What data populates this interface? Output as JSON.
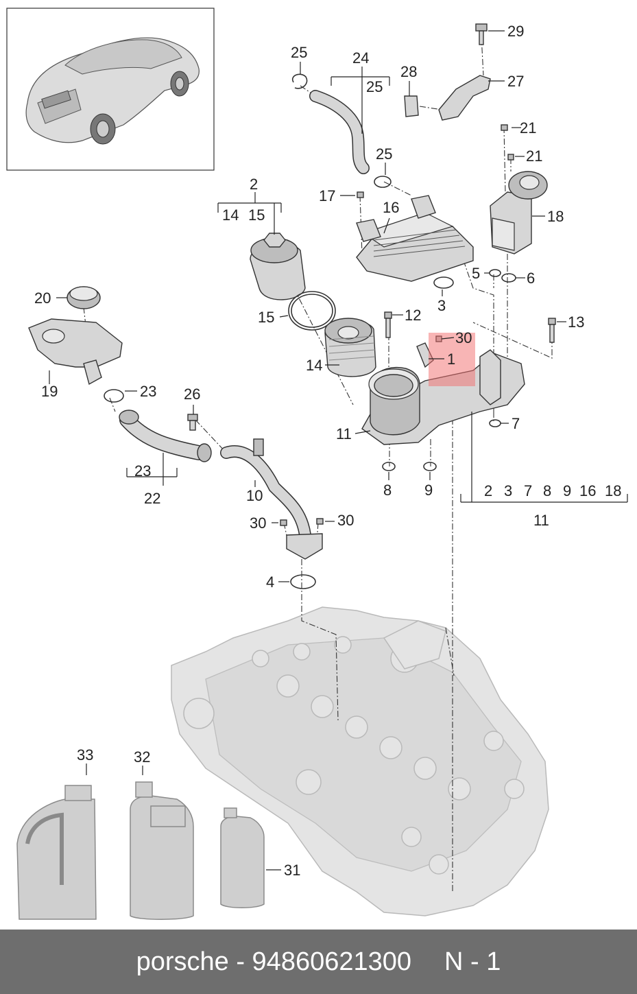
{
  "labels": {
    "p1": "1",
    "p2": "2",
    "p3": "3",
    "p4": "4",
    "p5": "5",
    "p6": "6",
    "p7": "7",
    "p8": "8",
    "p9": "9",
    "p10": "10",
    "p11a": "11",
    "p11b": "11",
    "p12": "12",
    "p13": "13",
    "p14a": "14",
    "p14b": "14",
    "p15a": "15",
    "p15b": "15",
    "p16": "16",
    "p17": "17",
    "p18": "18",
    "p19": "19",
    "p20": "20",
    "p21a": "21",
    "p21b": "21",
    "p22": "22",
    "p23a": "23",
    "p23b": "23",
    "p24": "24",
    "p25a": "25",
    "p25b": "25",
    "p25c": "25",
    "p26": "26",
    "p27": "27",
    "p28": "28",
    "p29": "29",
    "p30a": "30",
    "p30b": "30",
    "p30c": "30",
    "p31": "31",
    "p32": "32",
    "p33": "33",
    "g11_2": "2",
    "g11_3": "3",
    "g11_7": "7",
    "g11_8": "8",
    "g11_9": "9",
    "g11_16": "16",
    "g11_18": "18"
  },
  "footer": {
    "text": "porsche - 94860621300",
    "ref": "N - 1"
  },
  "colors": {
    "highlight": "#f26b6b",
    "footer_bg": "#6e6e6e"
  }
}
